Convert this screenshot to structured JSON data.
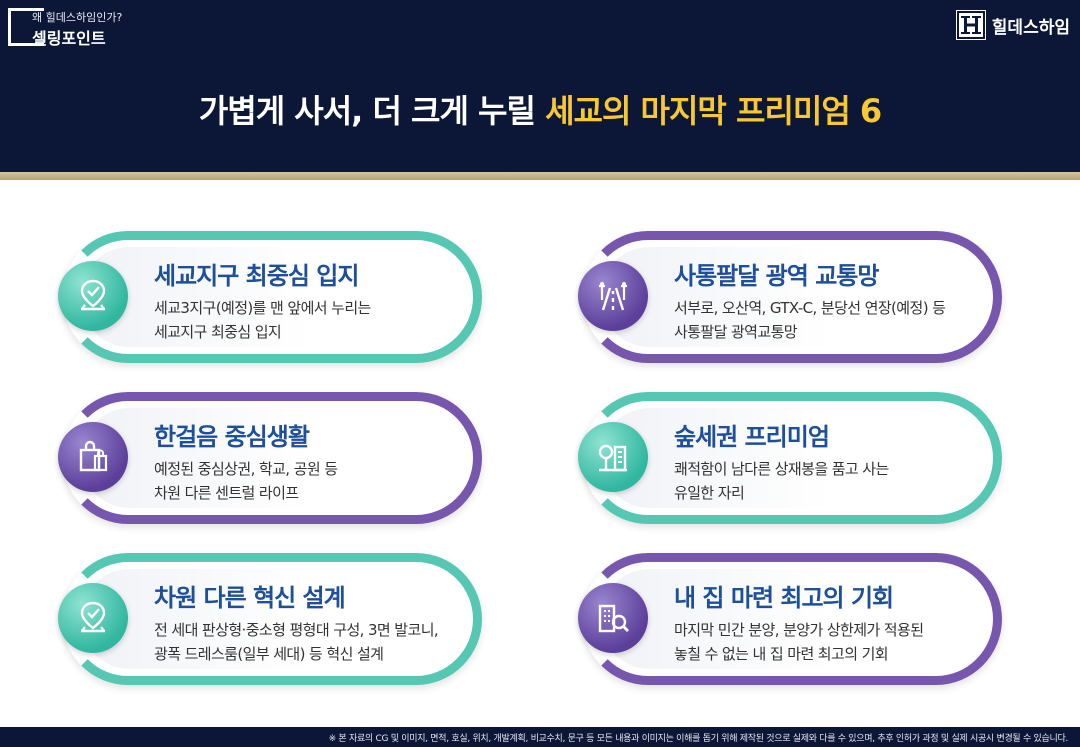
{
  "header": {
    "breadcrumb_sub": "왜 힐데스하임인가?",
    "breadcrumb_main": "셀링포인트",
    "brand_name": "힐데스하임",
    "headline_white": "가볍게 사서, 더 크게 누릴 ",
    "headline_highlight": "세교의 마지막 프리미엄 6"
  },
  "colors": {
    "navy": "#0c1738",
    "gold": "#f7c832",
    "teal": "#56c7b2",
    "purple": "#7657ad",
    "title_blue": "#1d4f9a"
  },
  "cards": [
    {
      "title": "세교지구 최중심 입지",
      "line1": "세교3지구(예정)를 맨 앞에서 누리는",
      "line2": "세교지구 최중심 입지",
      "icon": "location-pin-icon",
      "accent": "teal"
    },
    {
      "title": "사통팔달 광역 교통망",
      "line1": "서부로, 오산역, GTX-C, 분당선 연장(예정) 등",
      "line2": "사통팔달 광역교통망",
      "icon": "road-lights-icon",
      "accent": "purple"
    },
    {
      "title": "한걸음 중심생활",
      "line1": "예정된 중심상권, 학교, 공원 등",
      "line2": "차원 다른 센트럴 라이프",
      "icon": "shopping-bag-icon",
      "accent": "purple"
    },
    {
      "title": "숲세권 프리미엄",
      "line1": "쾌적함이 남다른 상재봉을 품고 사는",
      "line2": "유일한 자리",
      "icon": "park-trees-icon",
      "accent": "teal"
    },
    {
      "title": "차원 다른 혁신 설계",
      "line1": "전 세대 판상형·중소형 평형대 구성, 3면 발코니,",
      "line2": "광폭 드레스룸(일부 세대) 등 혁신 설계",
      "icon": "location-pin-icon",
      "accent": "teal"
    },
    {
      "title": "내 집 마련 최고의 기회",
      "line1": "마지막 민간 분양, 분양가 상한제가 적용된",
      "line2": "놓칠 수 없는 내 집 마련 최고의 기회",
      "icon": "building-search-icon",
      "accent": "purple"
    }
  ],
  "footer": {
    "disclaimer": "※ 본 자료의 CG 및 이미지, 면적, 호실, 위치, 개발계획, 비교수치, 문구 등 모든 내용과 이미지는 이해를 돕기 위해 제작된 것으로 실제와 다를 수 있으며, 추후 인허가 과정 및 실제 시공시 변경될 수 있습니다."
  }
}
